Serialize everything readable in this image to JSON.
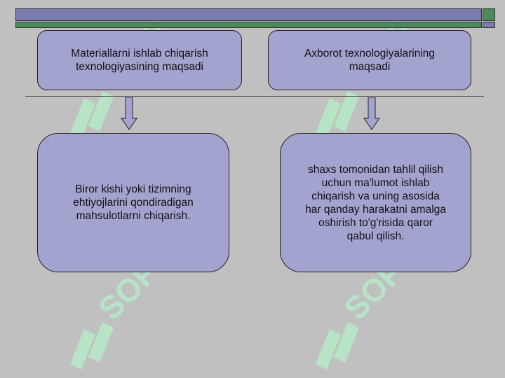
{
  "header": {
    "bar_color": "#7b7bb0",
    "accent_color": "#4d8a5a"
  },
  "diagram": {
    "left": {
      "goal": "Materiallarni ishlab chiqarish texnologiyasining maqsadi",
      "result": "Biror kishi yoki tizimning ehtiyojlarini qondiradigan mahsulotlarni chiqarish."
    },
    "right": {
      "goal": "Axborot texnologiyalarining maqsadi",
      "result": "shaxs tomonidan tahlil qilish uchun ma'lumot ishlab chiqarish va uning asosida har qanday harakatni amalga oshirish to'g'risida qaror qabul qilish."
    },
    "box_color": "#a3a3d0"
  },
  "watermark": {
    "text": "SOFT",
    "color": "#b7e3c7"
  }
}
